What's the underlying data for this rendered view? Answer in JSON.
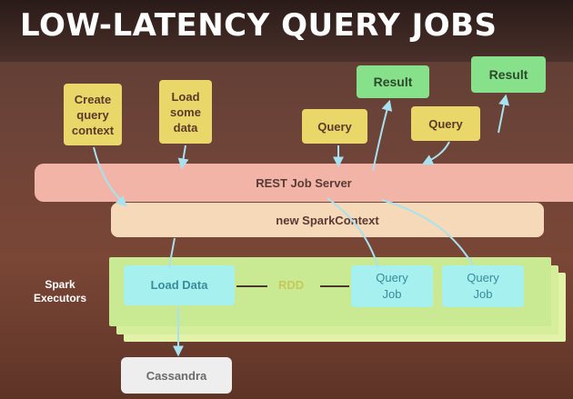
{
  "slide": {
    "title": "LOW-LATENCY QUERY JOBS"
  },
  "clients": {
    "create_context": "Create query context",
    "load_data": "Load some data"
  },
  "queries": [
    "Query",
    "Query"
  ],
  "results": [
    "Result",
    "Result"
  ],
  "server": {
    "label": "REST Job Server"
  },
  "context": {
    "label": "new SparkContext"
  },
  "executors": {
    "label": "Spark Executors",
    "load_data": "Load Data",
    "rdd": "RDD",
    "query_jobs": [
      "Query Job",
      "Query Job"
    ]
  },
  "storage": {
    "label": "Cassandra"
  },
  "colors": {
    "client_box": "#e9d76a",
    "result_box": "#87e08a",
    "job_box": "#a6f0ef",
    "server_band": "#f2b4a6",
    "context_band": "#f6d9b8",
    "executor_layer": "#c9ea92",
    "arrow": "#a8e2f0"
  }
}
